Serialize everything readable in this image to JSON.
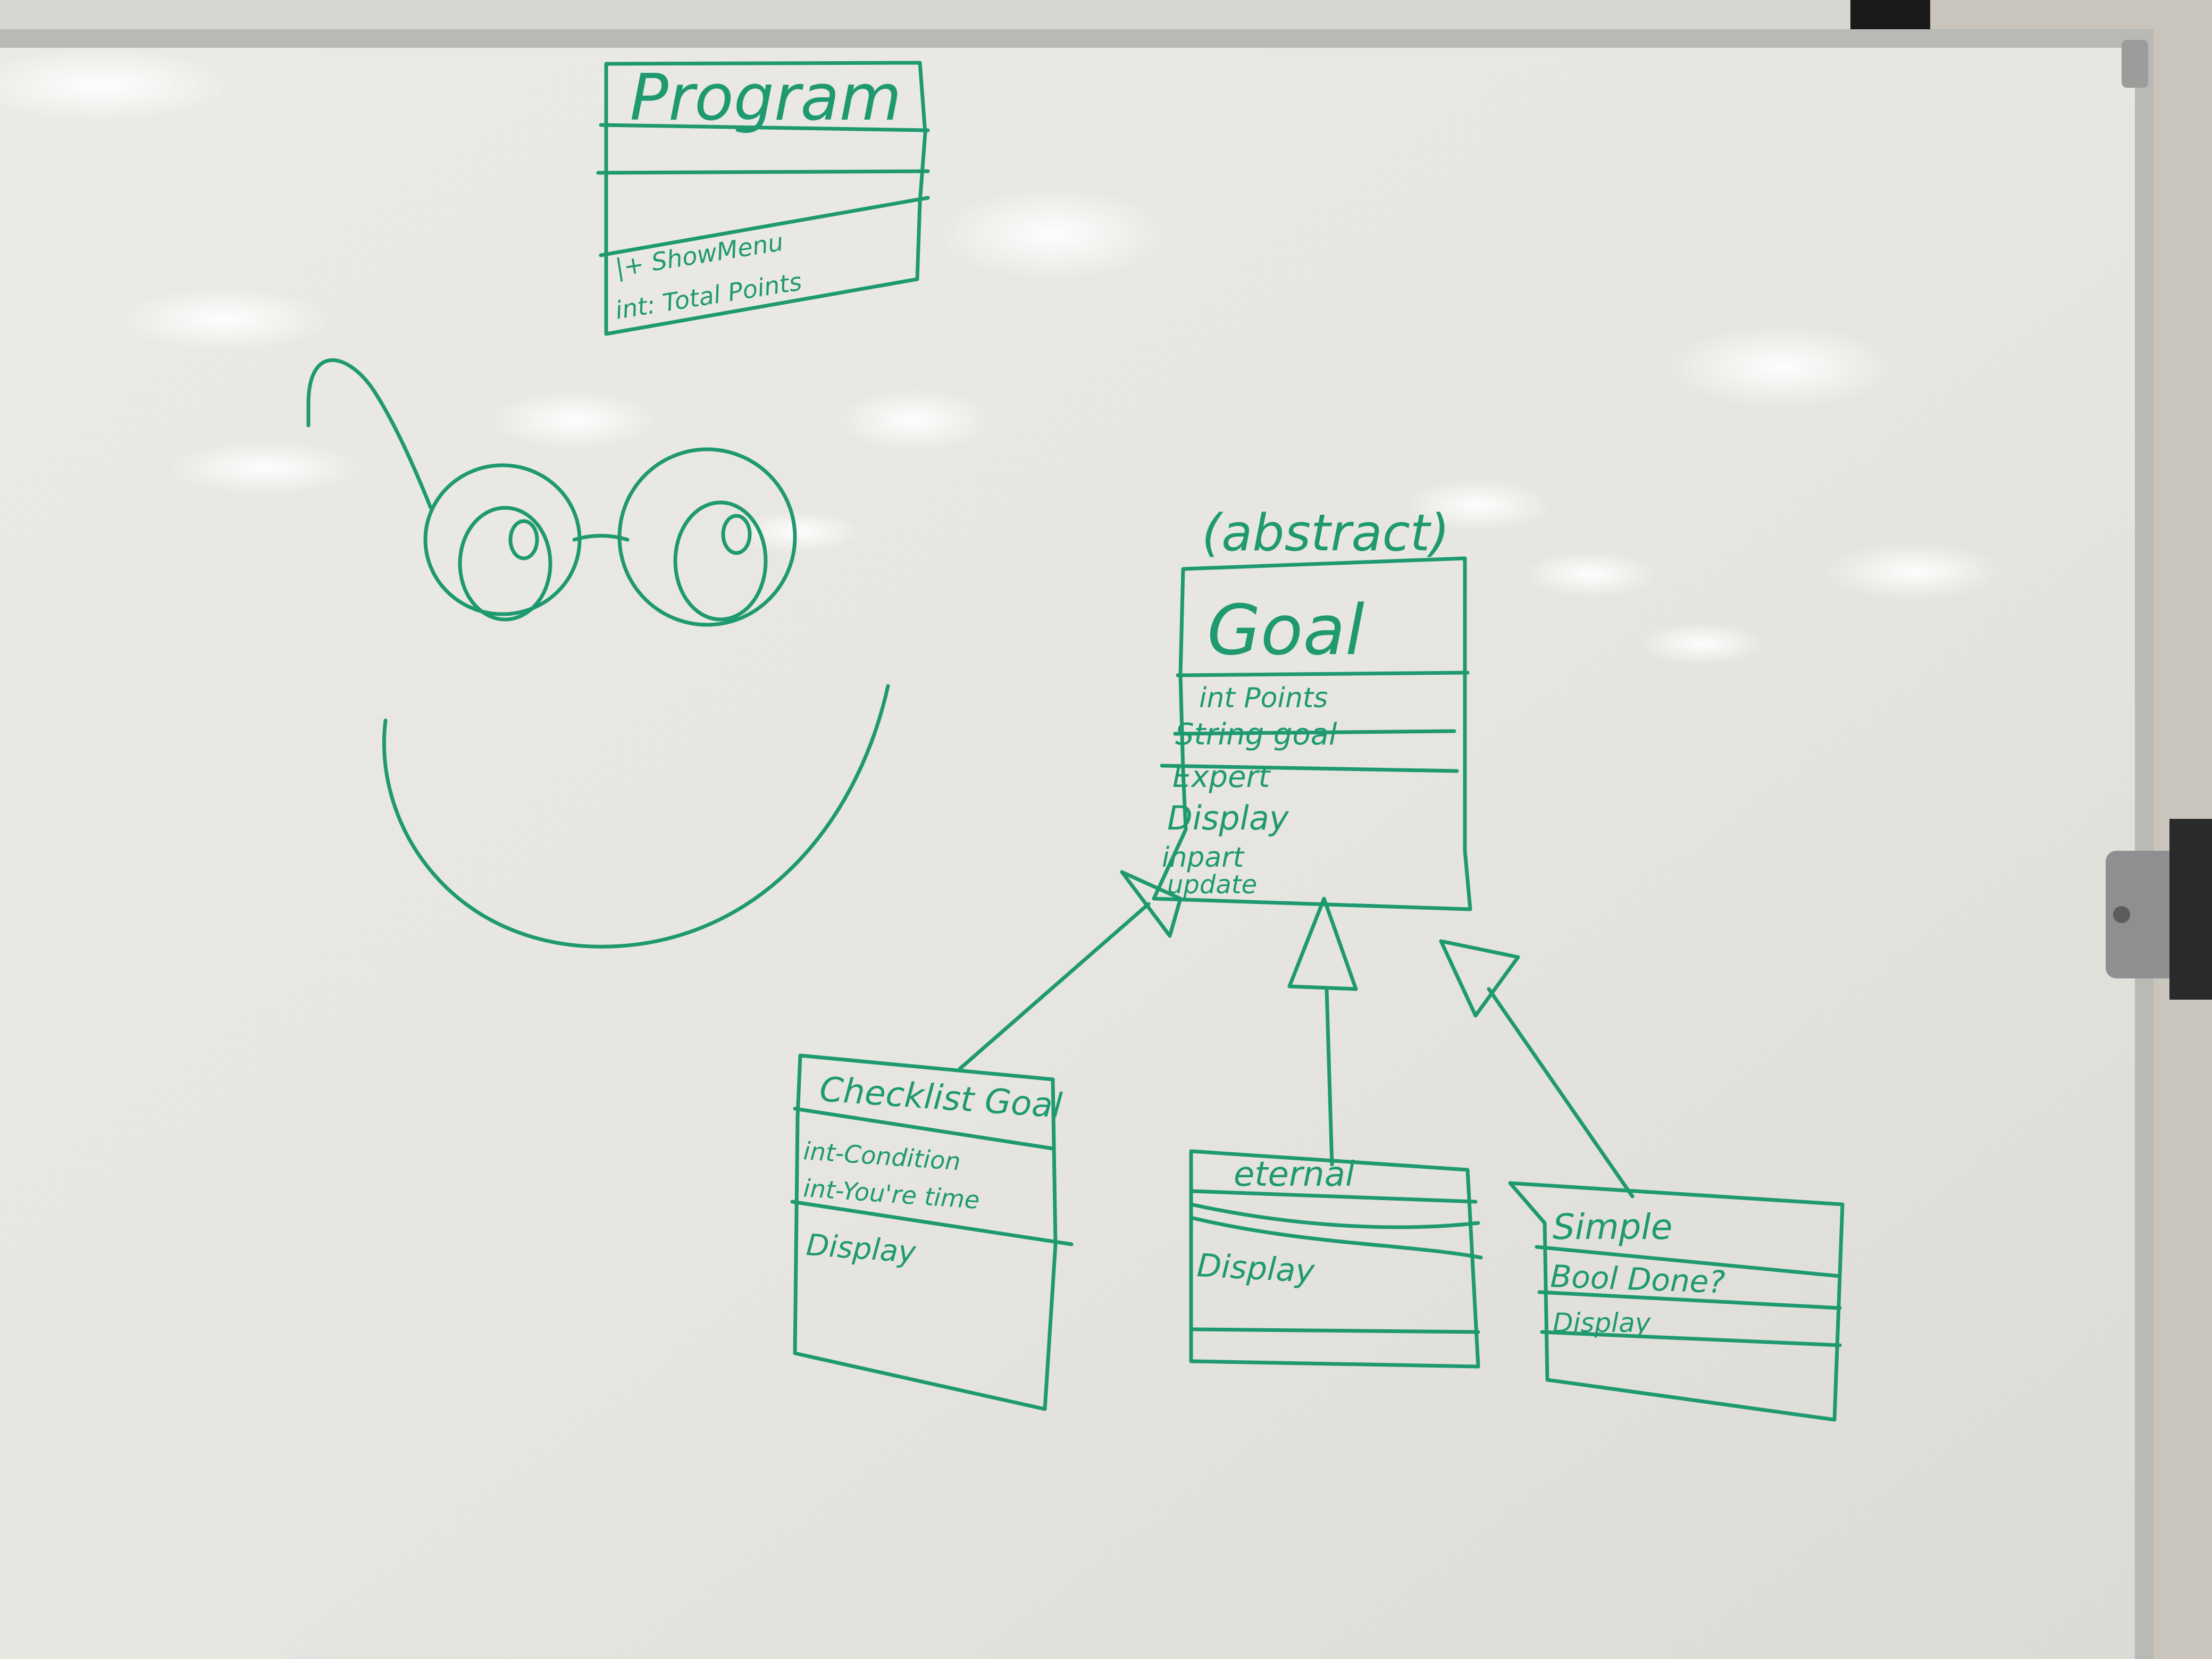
{
  "ink_color": "#1f9a70",
  "board": {
    "surface": "#e8e6e1",
    "frame": "#b9b9b6",
    "wall": "#c9c5bd"
  },
  "program_box": {
    "title": "Program",
    "methods": [
      "|+ ShowMenu",
      "int: Total Points"
    ]
  },
  "goal_box": {
    "stereotype": "(abstract)",
    "title": "Goal",
    "attributes": [
      "int Points",
      "String goal"
    ],
    "methods": [
      "Expert",
      "Display",
      "inpart",
      "update"
    ]
  },
  "checklist_box": {
    "title": "Checklist Goal",
    "attributes": [
      "int-Condition",
      "int-You're time"
    ],
    "methods": [
      "Display"
    ]
  },
  "eternal_box": {
    "title": "eternal",
    "methods": [
      "Display"
    ]
  },
  "simple_box": {
    "title": "Simple",
    "attributes": [
      "Bool Done?"
    ],
    "methods": [
      "Display"
    ]
  },
  "doodle_icon": "smiley-with-glasses-icon"
}
